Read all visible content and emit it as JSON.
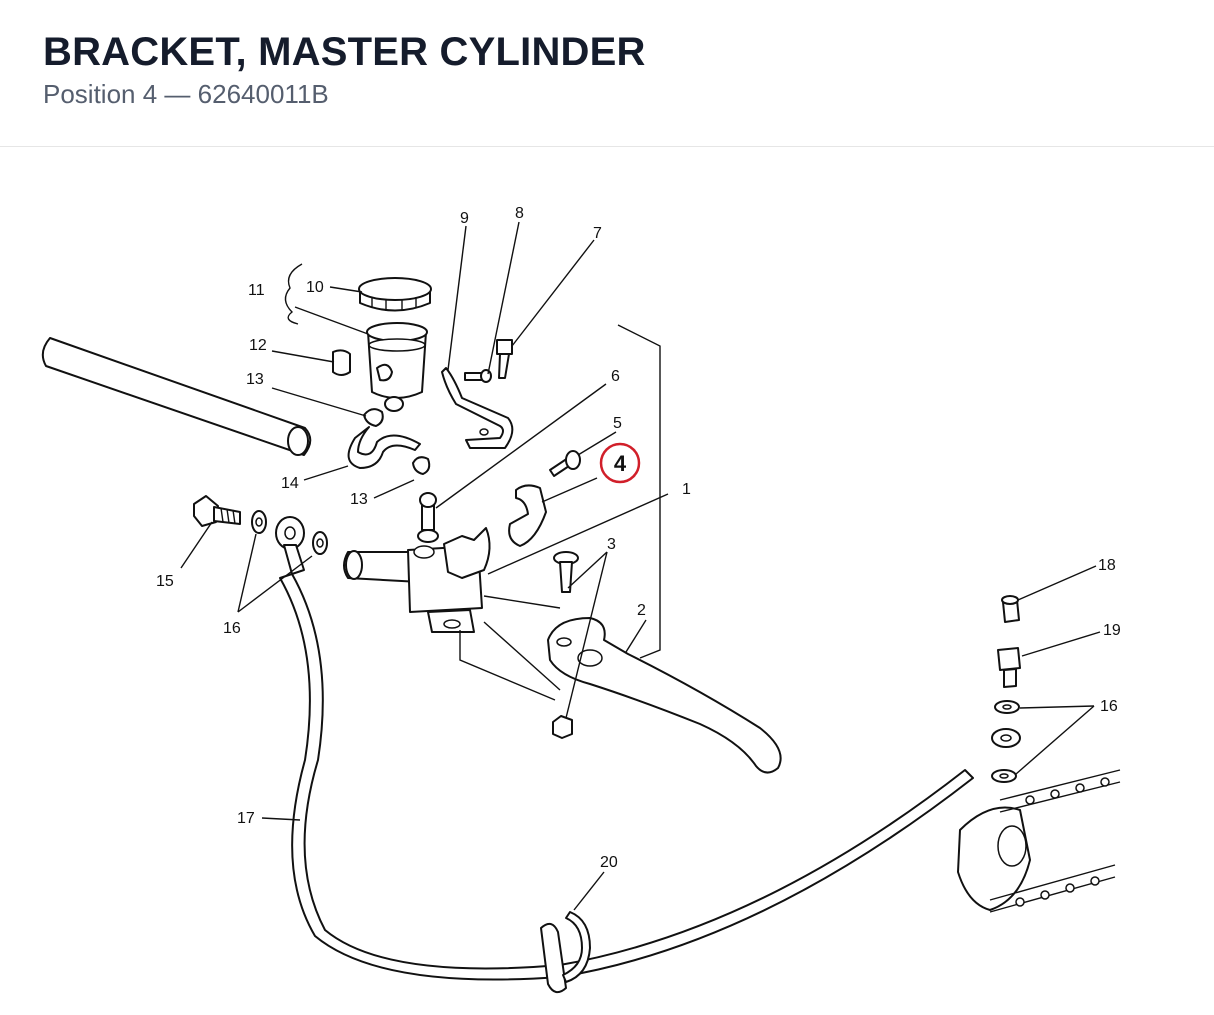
{
  "header": {
    "title": "BRACKET, MASTER CYLINDER",
    "position_label": "Position 4",
    "separator": "—",
    "part_number": "62640011B"
  },
  "diagram": {
    "highlight_color": "#d11f2a",
    "callouts": {
      "c1": "1",
      "c2": "2",
      "c3": "3",
      "c4": "4",
      "c5": "5",
      "c6": "6",
      "c7": "7",
      "c8": "8",
      "c9": "9",
      "c10": "10",
      "c11": "11",
      "c12": "12",
      "c13a": "13",
      "c13b": "13",
      "c14": "14",
      "c15": "15",
      "c16a": "16",
      "c16b": "16",
      "c17": "17",
      "c18": "18",
      "c19": "19",
      "c20": "20"
    }
  }
}
